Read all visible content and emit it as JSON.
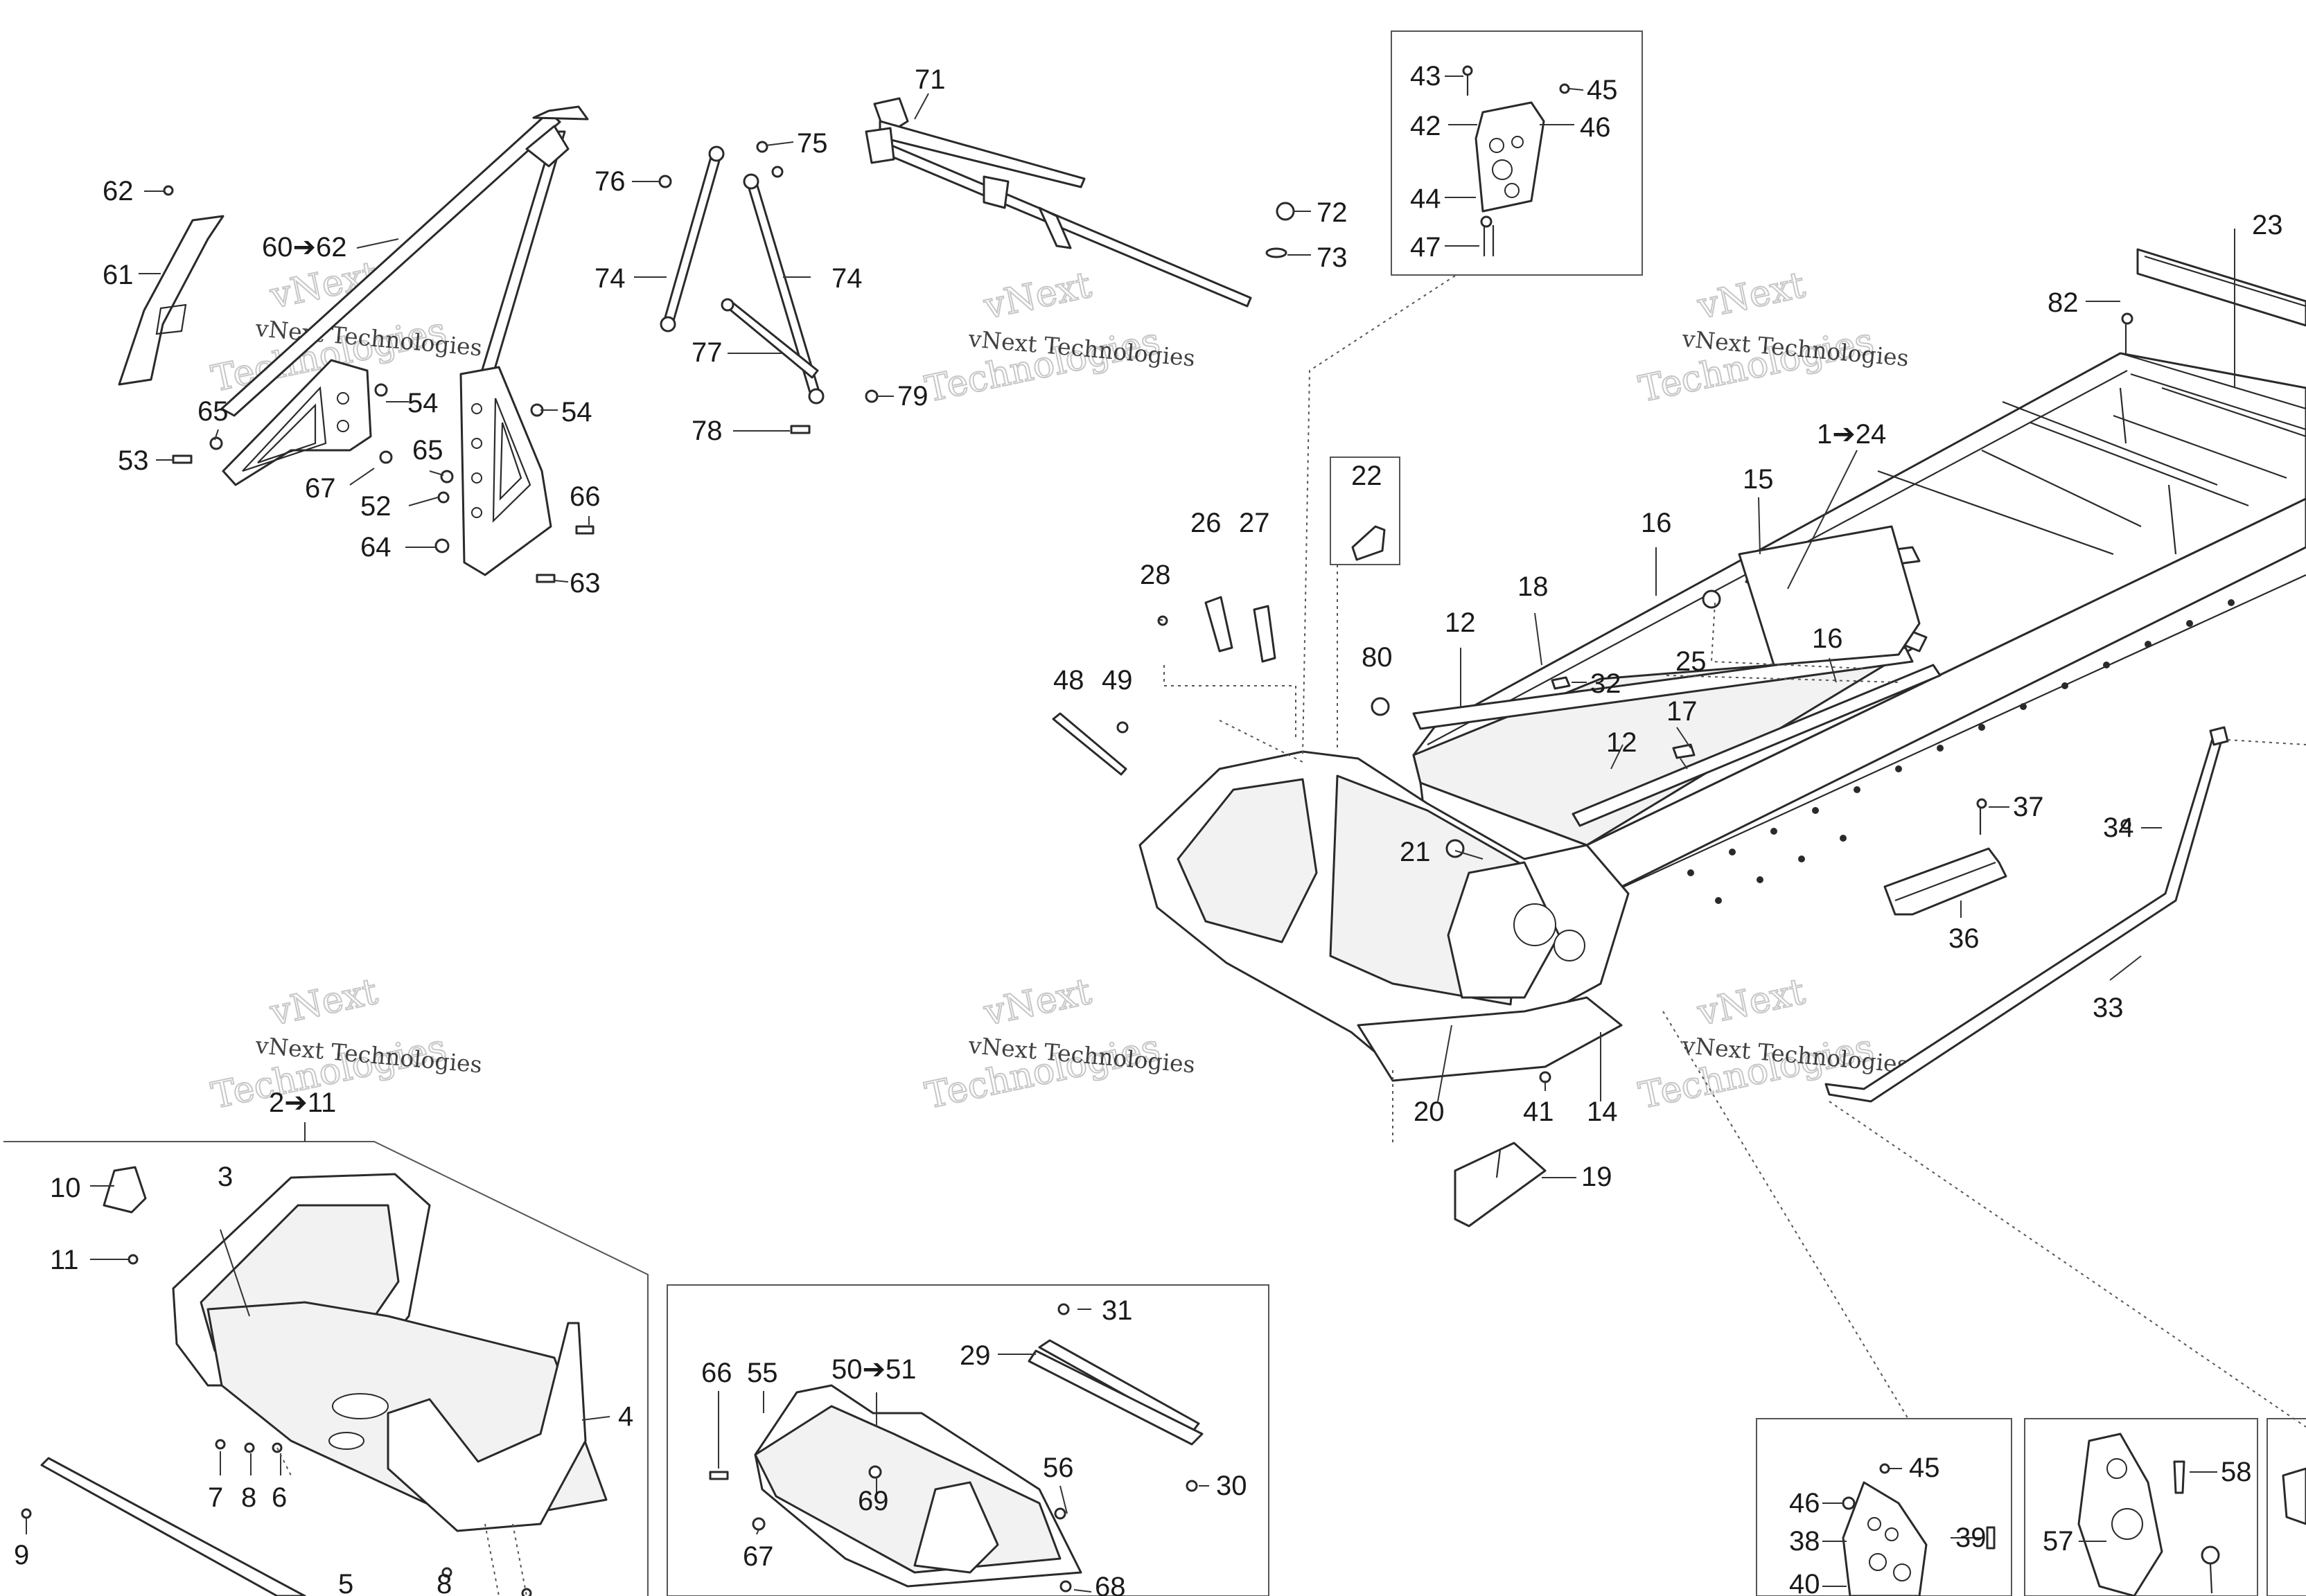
{
  "watermark": {
    "line1": "vNext Technologies",
    "line2": "vNext",
    "line3": "Technologies"
  },
  "callouts": {
    "c62": "62",
    "c61": "61",
    "c60_62": "60➔62",
    "c65a": "65",
    "c54a": "54",
    "c54b": "54",
    "c53": "53",
    "c67a": "67",
    "c65b": "65",
    "c52": "52",
    "c66a": "66",
    "c64": "64",
    "c63": "63",
    "c76": "76",
    "c75": "75",
    "c74a": "74",
    "c74b": "74",
    "c77": "77",
    "c78": "78",
    "c79": "79",
    "c71": "71",
    "c72": "72",
    "c73": "73",
    "c43": "43",
    "c45a": "45",
    "c42": "42",
    "c46a": "46",
    "c44": "44",
    "c47": "47",
    "c23": "23",
    "c82": "82",
    "c1_24": "1➔24",
    "c15": "15",
    "c16a": "16",
    "c16b": "16",
    "c22": "22",
    "c26": "26",
    "c27": "27",
    "c28": "28",
    "c18": "18",
    "c12a": "12",
    "c12b": "12",
    "c80": "80",
    "c25": "25",
    "c32": "32",
    "c48": "48",
    "c49": "49",
    "c17": "17",
    "c21": "21",
    "c37": "37",
    "c34": "34",
    "c36": "36",
    "c33": "33",
    "c20": "20",
    "c41": "41",
    "c14": "14",
    "c19": "19",
    "c2_11": "2➔11",
    "c3": "3",
    "c10": "10",
    "c11": "11",
    "c4": "4",
    "c7": "7",
    "c8a": "8",
    "c6": "6",
    "c9": "9",
    "c5": "5",
    "c8b": "8",
    "c31": "31",
    "c29": "29",
    "c66b": "66",
    "c55": "55",
    "c50_51": "50➔51",
    "c56": "56",
    "c30": "30",
    "c69": "69",
    "c67b": "67",
    "c68": "68",
    "c45b": "45",
    "c46b": "46",
    "c39": "39",
    "c38": "38",
    "c40": "40",
    "c58": "58",
    "c57": "57"
  }
}
